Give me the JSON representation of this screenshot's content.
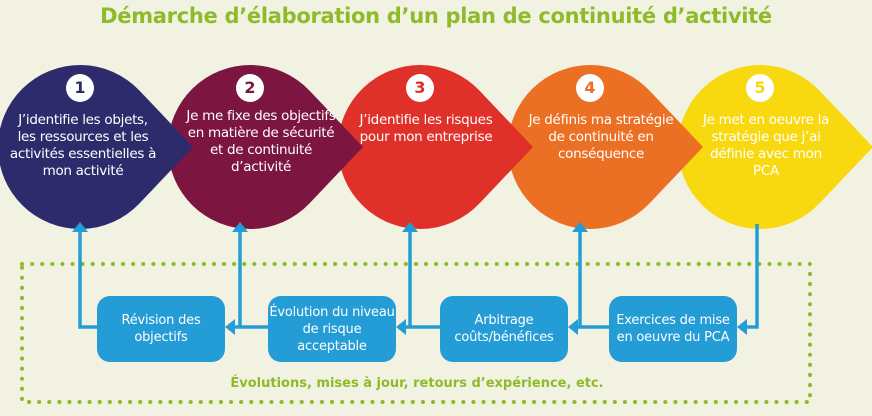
{
  "title": "Démarche d’élaboration d’un plan de continuité d’activité",
  "steps": [
    {
      "number": "1",
      "text": "J’identifie les objets, les ressources et les activités essentielles à mon activité",
      "color": "#2e2b6c"
    },
    {
      "number": "2",
      "text": "Je me fixe des objectifs en matière de sécurité et de continuité d’activité",
      "color": "#7c1640"
    },
    {
      "number": "3",
      "text": "J’identifie les risques pour mon entreprise",
      "color": "#e0302a"
    },
    {
      "number": "4",
      "text": "Je définis ma stratégie de continuité en conséquence",
      "color": "#ec7024"
    },
    {
      "number": "5",
      "text": "Je met en oeuvre la stratégie que j’ai définie avec mon PCA",
      "color": "#f8d90f"
    }
  ],
  "feedback_boxes": [
    "Révision des objectifs",
    "Évolution du niveau de risque acceptable",
    "Arbitrage coûts/bénéfices",
    "Exercices de mise en oeuvre du PCA"
  ],
  "footer": "Évolutions, mises à jour, retours d’expérience, etc.",
  "colors": {
    "accent_green": "#8dbb2a",
    "arrow_blue": "#249cd6",
    "background": "#f2f2e2"
  }
}
